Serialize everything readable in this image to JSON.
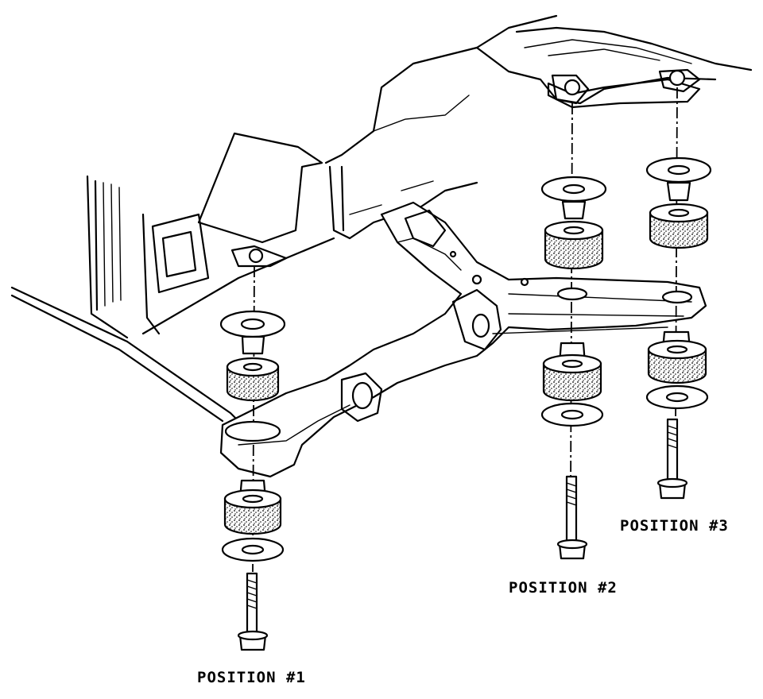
{
  "labels": {
    "position_1": "POSITION #1",
    "position_2": "POSITION #2",
    "position_3": "POSITION #3"
  },
  "colors": {
    "ink": "#000000",
    "paper": "#ffffff"
  }
}
